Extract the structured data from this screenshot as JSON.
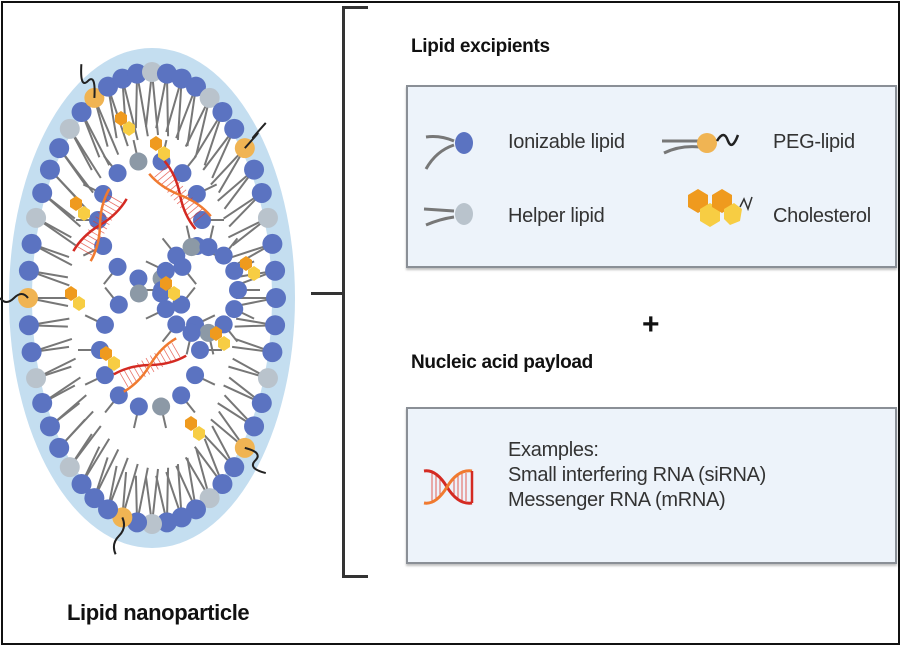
{
  "nanoparticle": {
    "caption": "Lipid nanoparticle"
  },
  "excipients": {
    "heading": "Lipid excipients",
    "items": [
      {
        "label": "Ionizable lipid",
        "icon": "ionizable-lipid-icon",
        "color": "#5b73c1"
      },
      {
        "label": "PEG-lipid",
        "icon": "peg-lipid-icon",
        "color": "#f0b453"
      },
      {
        "label": "Helper lipid",
        "icon": "helper-lipid-icon",
        "color": "#b9c3cc"
      },
      {
        "label": "Cholesterol",
        "icon": "cholesterol-icon",
        "color": "#f2a32a"
      }
    ]
  },
  "plus_sign": "+",
  "payload": {
    "heading": "Nucleic acid payload",
    "examples_label": "Examples:",
    "examples": [
      "Small interfering RNA (siRNA)",
      "Messenger RNA (mRNA)"
    ],
    "icon": "rna-helix-icon"
  },
  "colors": {
    "panel_bg": "#edf3fa",
    "halo": "#c4def0",
    "ionizable": "#5b73c1",
    "helper": "#b9c3cc",
    "peg": "#f0b453",
    "cholesterol_dark": "#ef9a1e",
    "cholesterol_light": "#f7cd43",
    "rna": "#e0392b"
  }
}
